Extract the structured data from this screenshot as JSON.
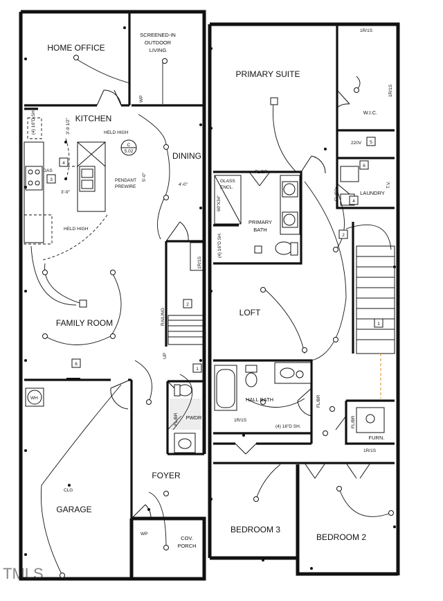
{
  "rooms": {
    "home_office": "HOME OFFICE",
    "screened_in_line1": "SCREENED-IN",
    "screened_in_line2": "OUTDOOR",
    "screened_in_line3": "LIVING",
    "kitchen": "KITCHEN",
    "dining": "DINING",
    "family_room": "FAMILY ROOM",
    "garage": "GARAGE",
    "foyer": "FOYER",
    "pwdr": "PWDR",
    "cov_porch_line1": "COV.",
    "cov_porch_line2": "PORCH",
    "primary_suite": "PRIMARY SUITE",
    "wic": "W.I.C.",
    "laundry": "LAUNDRY",
    "primary_bath_line1": "PRIMARY",
    "primary_bath_line2": "BATH",
    "loft": "LOFT",
    "hall_bath": "HALL BATH",
    "furn": "FURN.",
    "bedroom3": "BEDROOM 3",
    "bedroom2": "BEDROOM 2"
  },
  "notes": {
    "held_high_top": "HELD HIGH",
    "held_high_bottom": "HELD HIGH",
    "pendant_line1": "PENDANT",
    "pendant_line2": "PREWIRE",
    "dim_3_9_half": "3'-9 1/2\"",
    "dim_3_9": "3'-9\"",
    "dim_5_0": "5'-0\"",
    "dim_4_0": "4'-0\"",
    "gas": "GAS",
    "shelf_kitchen": "(4) 16\"D SH.",
    "shelf_loft": "(4) 16\"D SH.",
    "shelf_primary": "(4) 16\"D SH.",
    "glass_encl_line1": "GLASS",
    "glass_encl_line2": "ENCL.",
    "shower_size": "60\"X34\"",
    "fl_br_primary": "FL/BR",
    "fl_br_laundry": "FL/BR",
    "fl_br_hall": "FL/BR",
    "fl_br_furn": "FL/BR",
    "fl_br_pwdr": "FL/BR",
    "r1_s_wic": "1R/1S",
    "r1_s_wic_side": "1R/1S",
    "r1_s_stair": "1R/1S",
    "r1_s_hall": "1R/1S",
    "r1_s_bed2": "1R/1S",
    "dryer_vent": "220V",
    "railing": "RAILING",
    "up": "UP",
    "wp_top": "WP",
    "wp_bottom": "WP",
    "wh": "WH",
    "clg": "CLG",
    "tv": "T.V.",
    "ref": "C",
    "ref_sheet": "5.02",
    "tag_1": "1",
    "tag_2": "2",
    "tag_3": "3",
    "tag_4": "4",
    "tag_5": "5",
    "tag_6": "6"
  },
  "watermark": "TMLS"
}
